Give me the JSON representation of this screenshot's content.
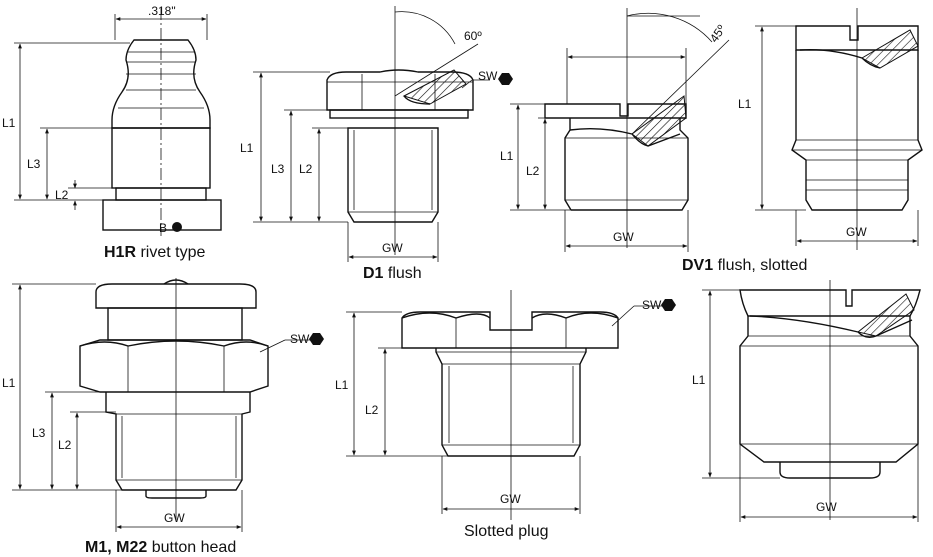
{
  "figures": [
    {
      "id": "h1r",
      "caption_bold": "H1R",
      "caption_rest": " rivet type",
      "labels": {
        "top_dim": ".318\"",
        "l1": "L1",
        "l3": "L3",
        "l2": "L2",
        "b": "B"
      }
    },
    {
      "id": "d1",
      "caption_bold": "D1",
      "caption_rest": " flush",
      "labels": {
        "angle": "60º",
        "sw": "SW",
        "l1": "L1",
        "l3": "L3",
        "l2": "L2",
        "gw": "GW"
      }
    },
    {
      "id": "dv1",
      "caption_bold": "DV1",
      "caption_rest": " flush, slotted",
      "labels": {
        "angle": "45º",
        "l1": "L1",
        "l2": "L2",
        "gw": "GW"
      }
    },
    {
      "id": "dv1-variant",
      "caption_bold": "",
      "caption_rest": "",
      "labels": {
        "l1": "L1",
        "gw": "GW"
      }
    },
    {
      "id": "m1",
      "caption_bold": "M1, M22",
      "caption_rest": " button head",
      "labels": {
        "sw": "SW",
        "l1": "L1",
        "l3": "L3",
        "l2": "L2",
        "gw": "GW"
      }
    },
    {
      "id": "slotted-plug",
      "caption_bold": "",
      "caption_rest": "Slotted plug",
      "labels": {
        "sw": "SW",
        "l1": "L1",
        "l2": "L2",
        "gw": "GW"
      }
    },
    {
      "id": "flush-variant",
      "caption_bold": "",
      "caption_rest": "",
      "labels": {
        "l1": "L1",
        "gw": "GW"
      }
    }
  ]
}
